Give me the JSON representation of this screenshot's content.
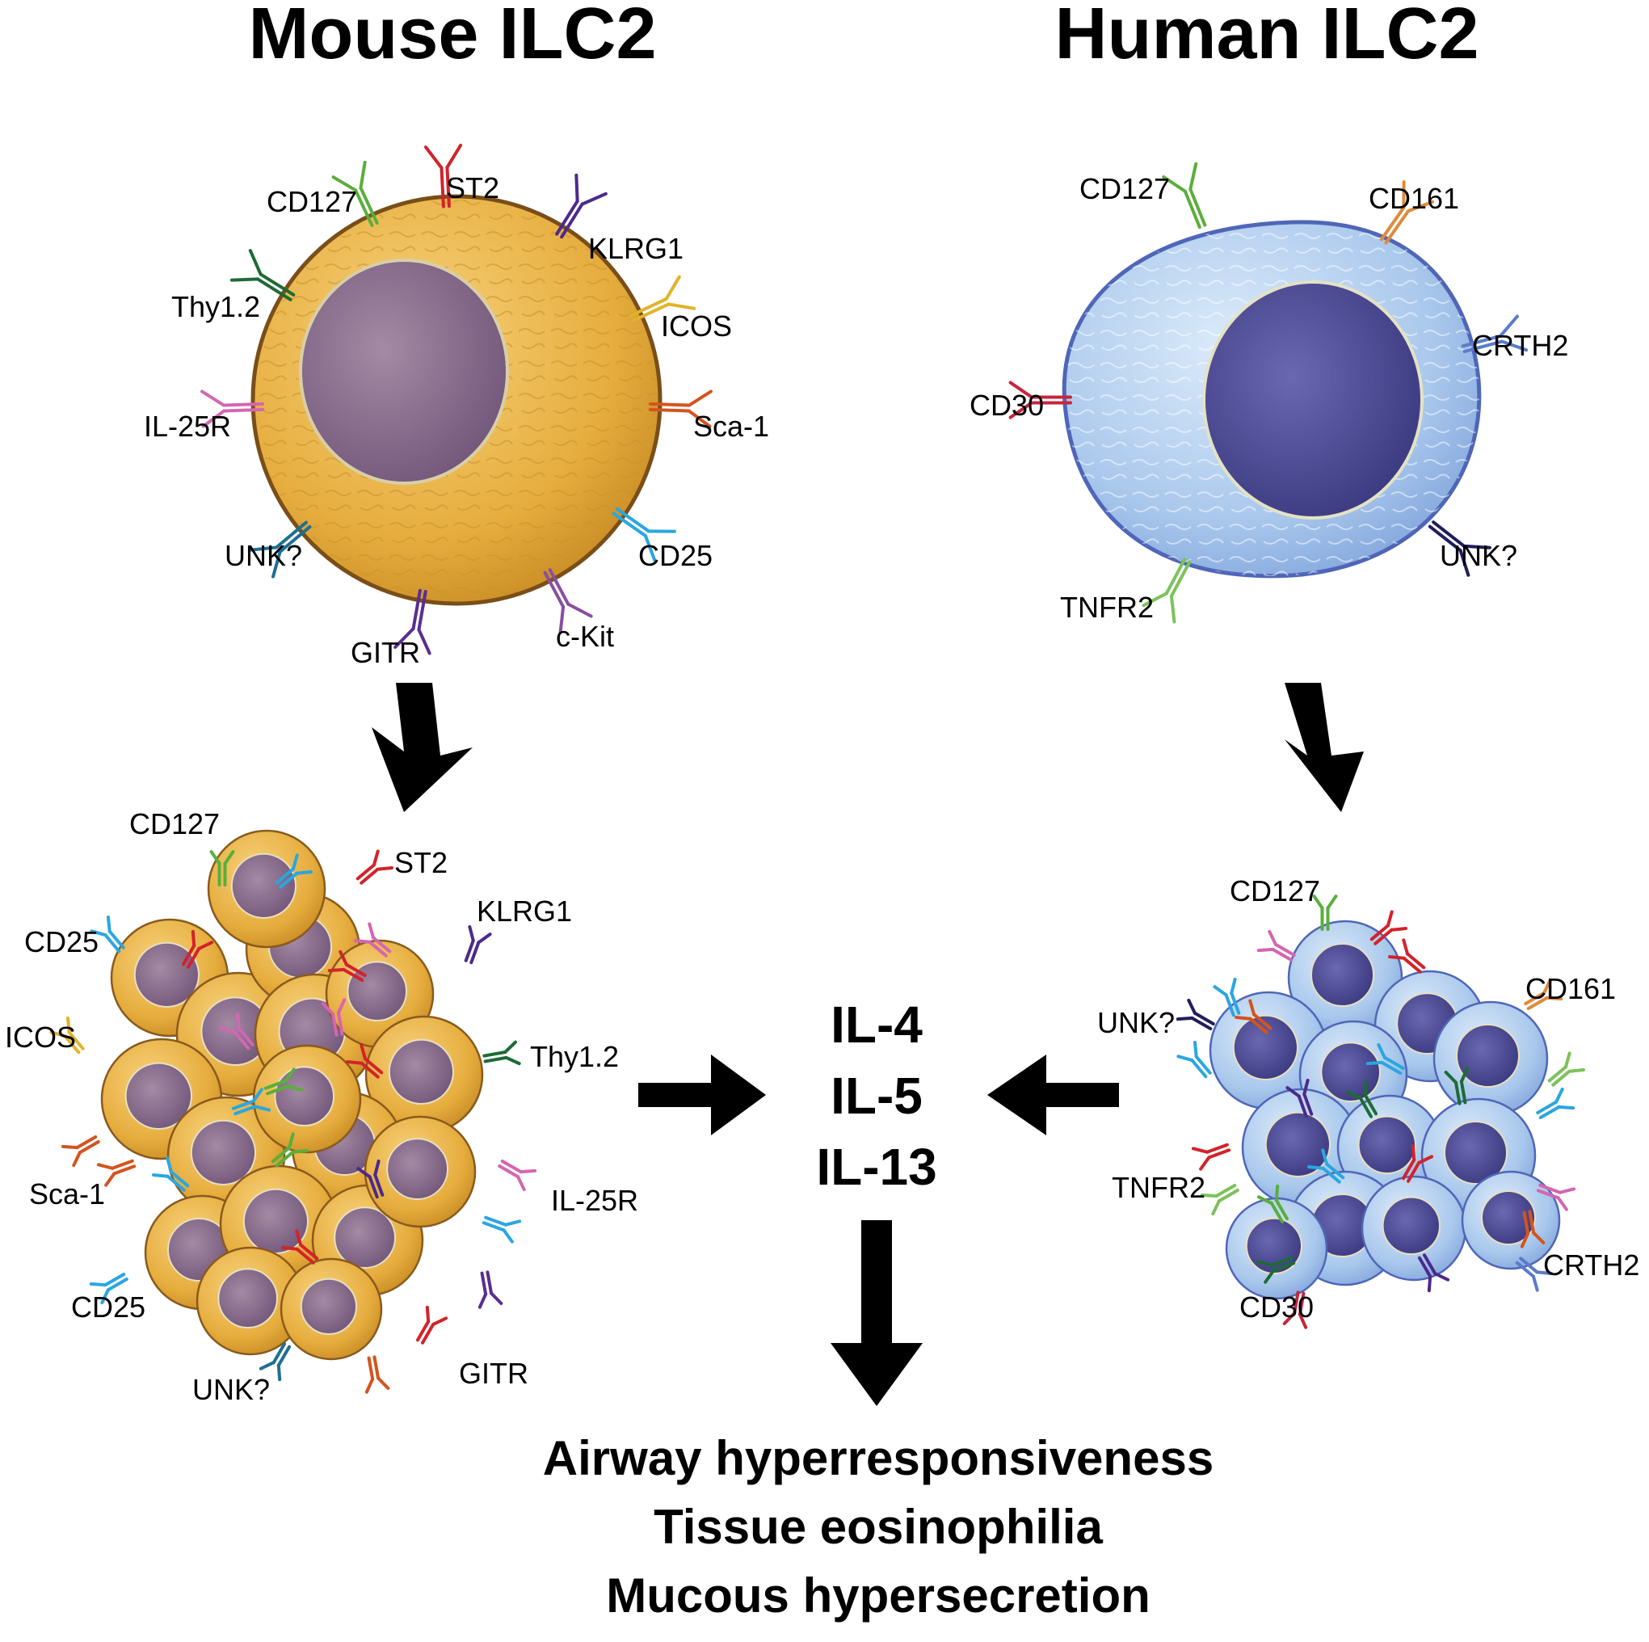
{
  "titles": {
    "mouse": "Mouse ILC2",
    "human": "Human ILC2"
  },
  "mouse_cell": {
    "markers": [
      "CD127",
      "ST2",
      "KLRG1",
      "Thy1.2",
      "ICOS",
      "IL-25R",
      "Sca-1",
      "UNK?",
      "CD25",
      "GITR",
      "c-Kit"
    ],
    "colors": {
      "cytoplasm": "#e8b54a",
      "membrane": "#8a5a1c",
      "nucleus": "#8a6a8e"
    }
  },
  "human_cell": {
    "markers": [
      "CD127",
      "CD161",
      "CRTH2",
      "CD30",
      "UNK?",
      "TNFR2"
    ],
    "colors": {
      "cytoplasm": "#a9c8ec",
      "membrane": "#4f66b8",
      "nucleus": "#4b4a97"
    }
  },
  "mouse_cluster": {
    "labels": [
      "CD127",
      "ST2",
      "KLRG1",
      "CD25",
      "ICOS",
      "Thy1.2",
      "Sca-1",
      "IL-25R",
      "CD25",
      "UNK?",
      "GITR"
    ]
  },
  "human_cluster": {
    "labels": [
      "CD127",
      "CD161",
      "UNK?",
      "TNFR2",
      "CRTH2",
      "CD30"
    ]
  },
  "cytokines": [
    "IL-4",
    "IL-5",
    "IL-13"
  ],
  "outcomes": [
    "Airway hyperresponsiveness",
    "Tissue eosinophilia",
    "Mucous hypersecretion"
  ],
  "receptor_colors": {
    "CD127": "#5aae3c",
    "ST2": "#d2232a",
    "KLRG1": "#4b2a8c",
    "Thy1.2": "#1d6b34",
    "ICOS": "#e2b32a",
    "IL-25R": "#d466b0",
    "Sca-1": "#d4541e",
    "UNK-mouse": "#1e6f92",
    "CD25": "#2aa6e0",
    "GITR": "#5a2e90",
    "c-Kit": "#8a4ea0",
    "CD161": "#e08a3a",
    "CRTH2": "#5a7cc8",
    "CD30": "#c8243c",
    "UNK-human": "#1f1f5e",
    "TNFR2": "#7cc25a"
  }
}
